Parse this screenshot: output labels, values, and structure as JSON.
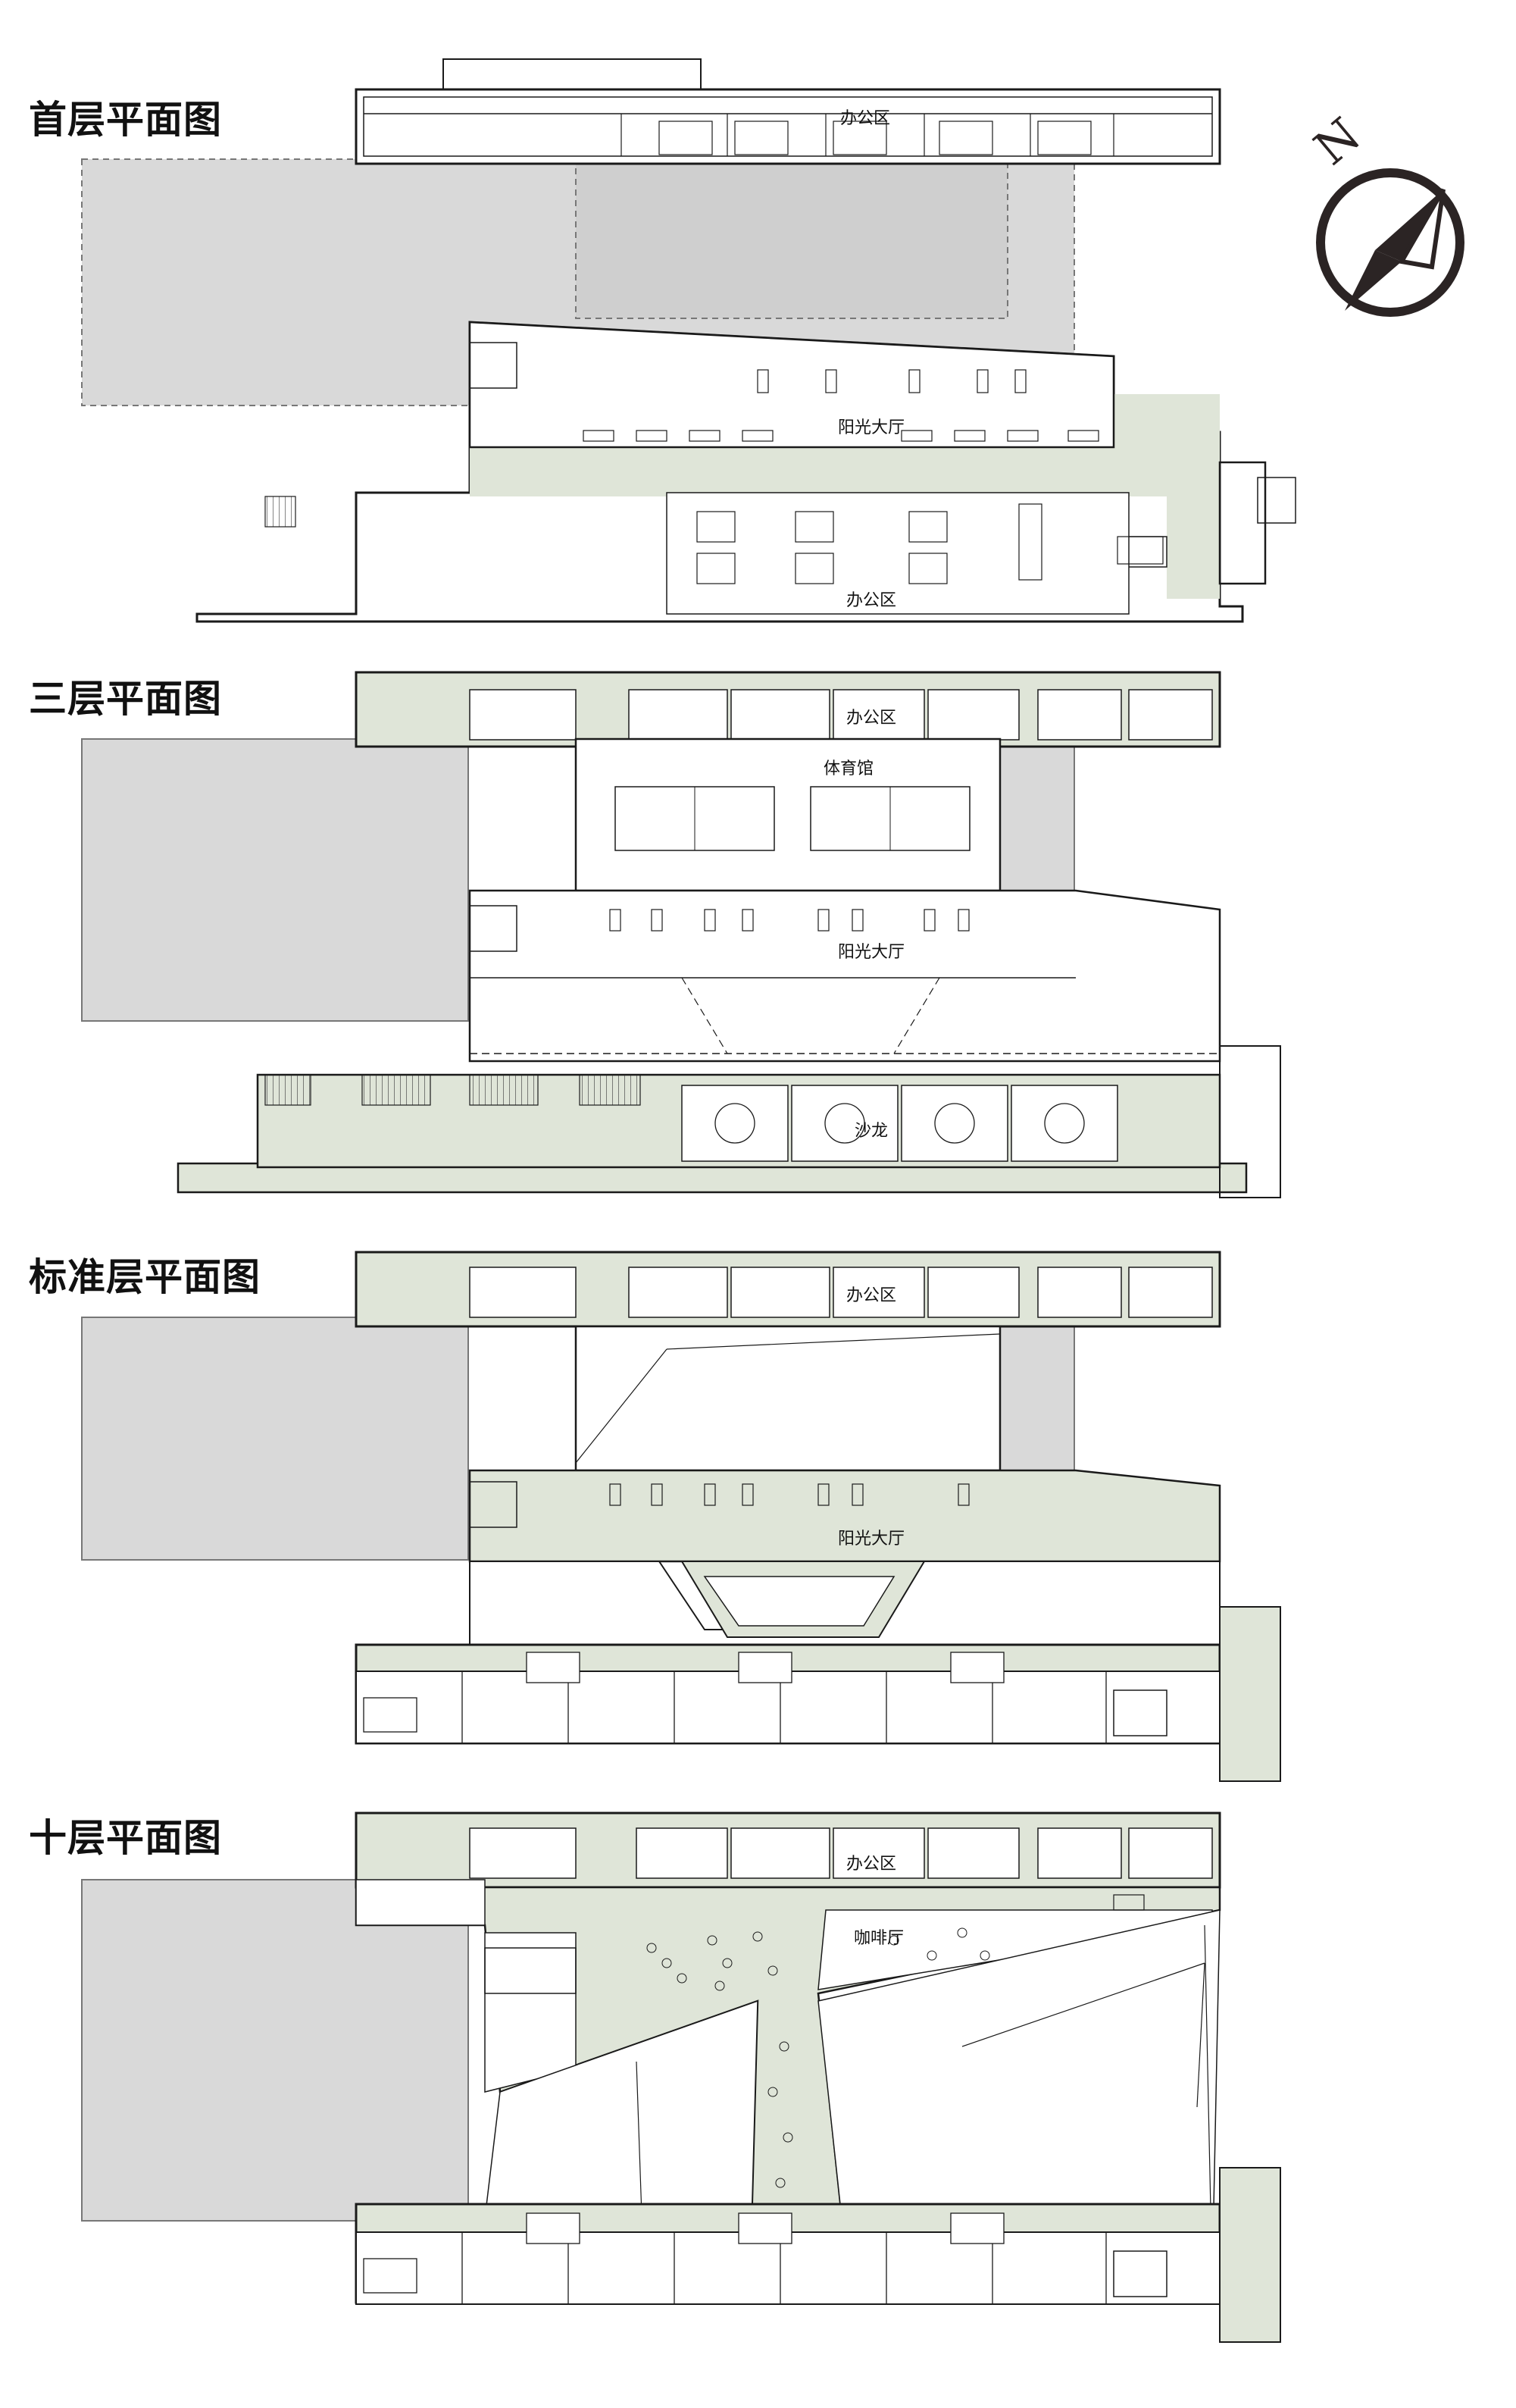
{
  "plans": [
    {
      "title": "首层平面图",
      "labels": {
        "office_top": "办公区",
        "sun_hall": "阳光大厅",
        "office_bottom": "办公区"
      }
    },
    {
      "title": "三层平面图",
      "labels": {
        "office": "办公区",
        "gym": "体育馆",
        "sun_hall": "阳光大厅",
        "salon": "沙龙"
      }
    },
    {
      "title": "标准层平面图",
      "labels": {
        "office": "办公区",
        "sun_hall": "阳光大厅"
      }
    },
    {
      "title": "十层平面图",
      "labels": {
        "office": "办公区",
        "cafe": "咖啡厅"
      }
    }
  ],
  "north_arrow": {
    "letter": "N"
  },
  "colors": {
    "corridor_green": "#dfe5d8",
    "void_gray": "#d9d9d9",
    "line": "#1a1a1a",
    "compass": "#2b2424"
  }
}
